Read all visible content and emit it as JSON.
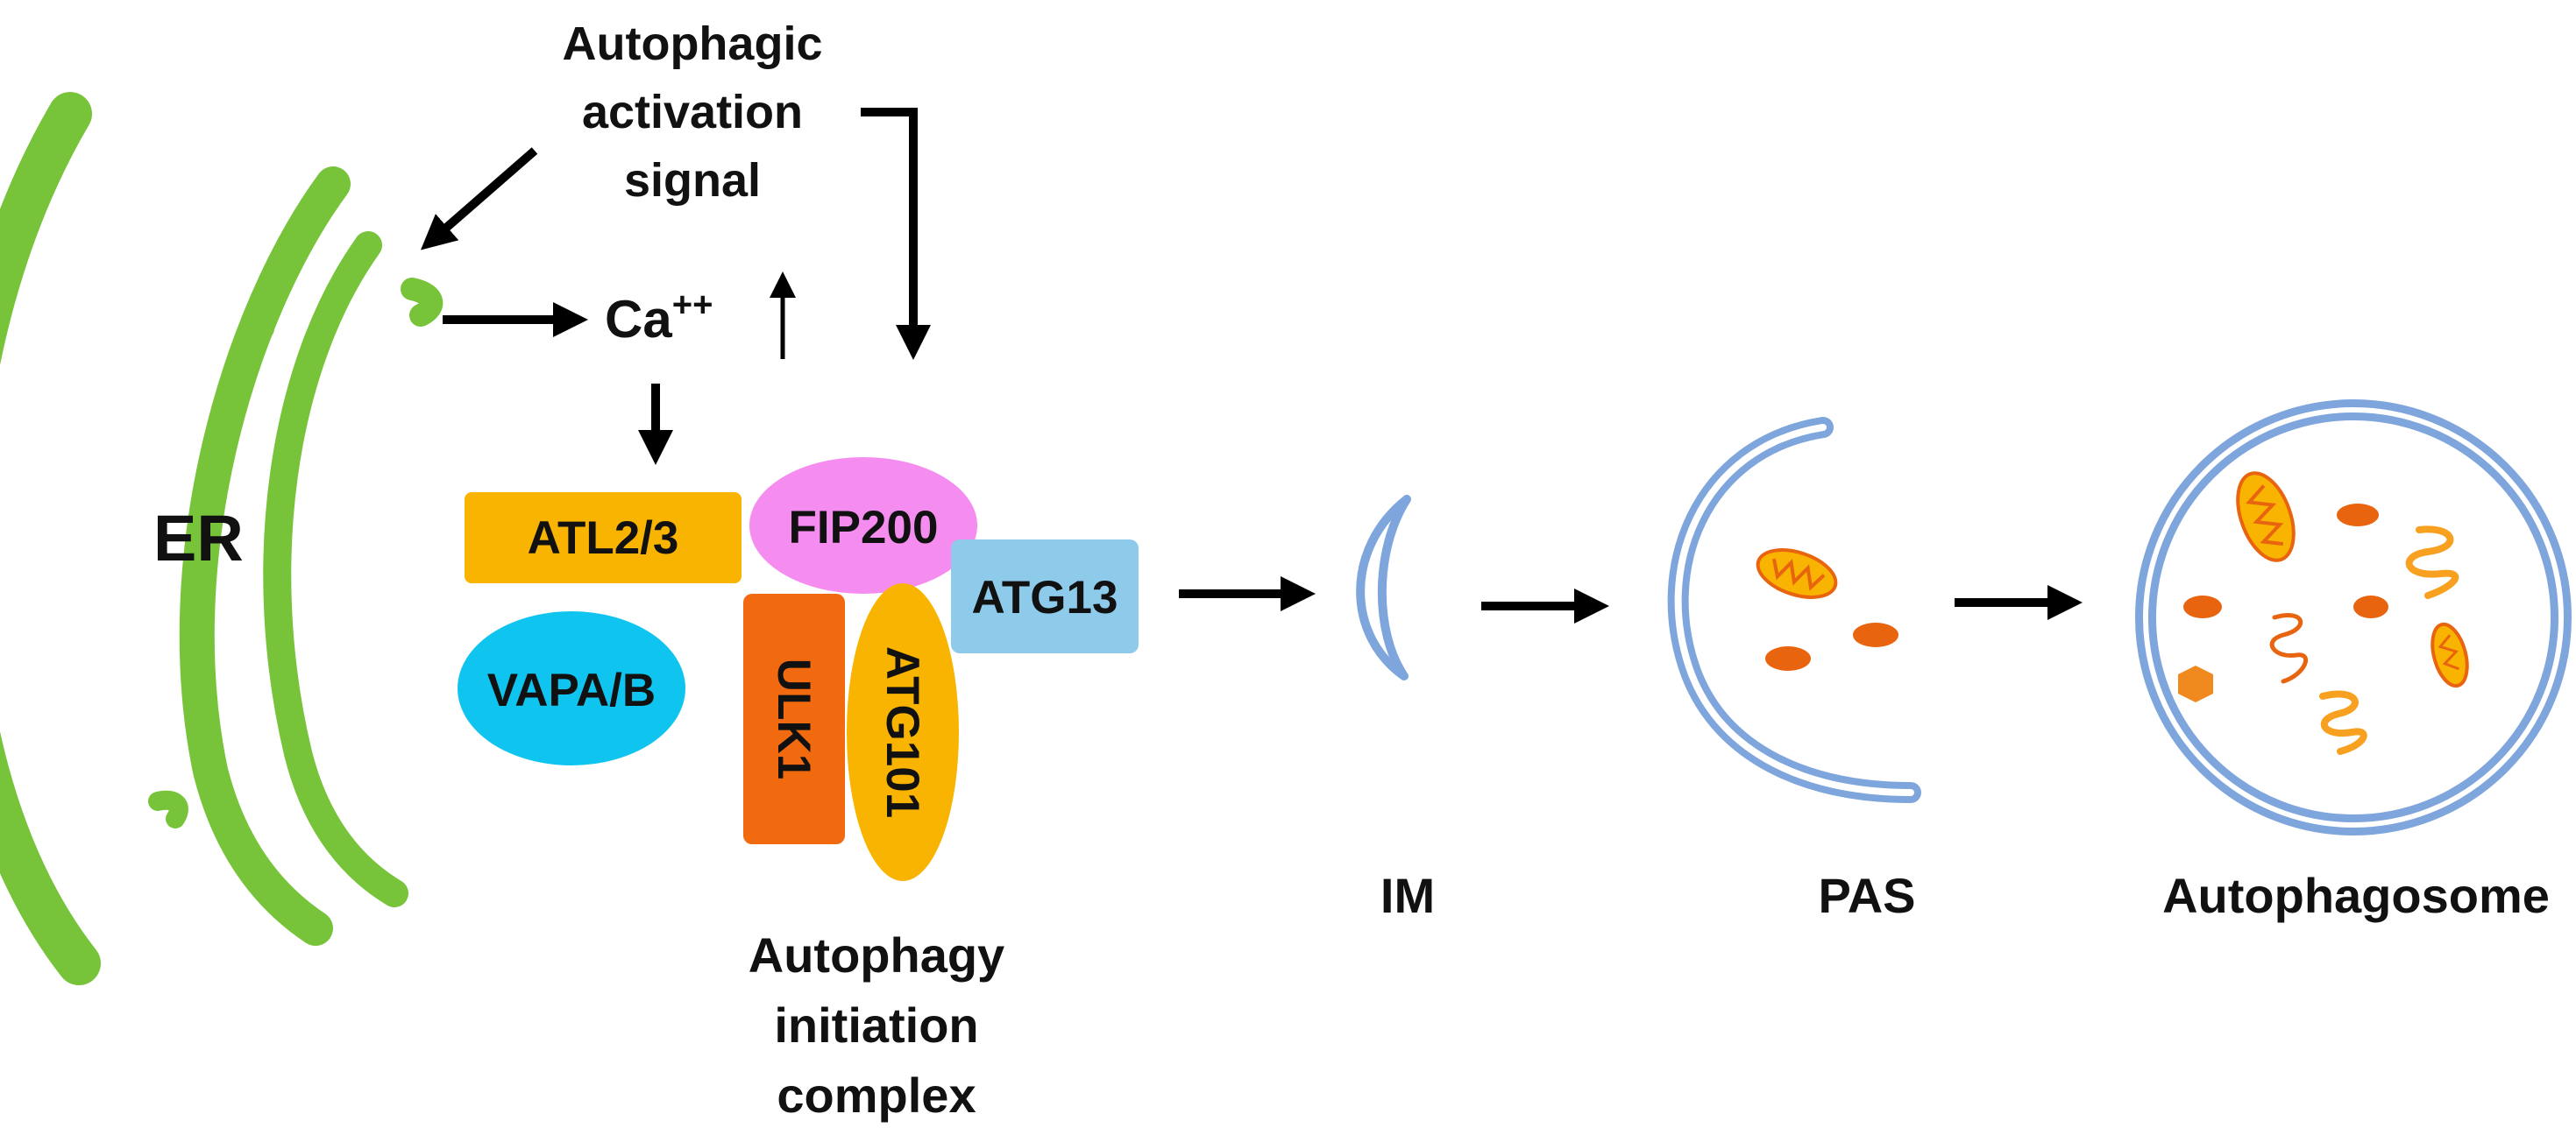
{
  "signal": {
    "line1": "Autophagic",
    "line2": "activation",
    "line3": "signal"
  },
  "er_label": "ER",
  "calcium": {
    "ion": "Ca",
    "charge": "++",
    "change": "↑"
  },
  "proteins": {
    "atl": "ATL2/3",
    "vapa": "VAPA/B",
    "fip200": "FIP200",
    "atg13": "ATG13",
    "ulk1": "ULK1",
    "atg101": "ATG101"
  },
  "complex": {
    "line1": "Autophagy",
    "line2": "initiation",
    "line3": "complex"
  },
  "stages": {
    "im": "IM",
    "pas": "PAS",
    "autophagosome": "Autophagosome"
  },
  "colors": {
    "er_green": "#77C43A",
    "atl_orange": "#F8B400",
    "vapa_cyan": "#10C4F0",
    "fip200_pink": "#F58CF0",
    "atg13_blue": "#8ECBEB",
    "ulk1_orange": "#F26A10",
    "atg101_amber": "#F8B400",
    "membrane_blue": "#7EA6DD",
    "cargo_orange": "#E8640F"
  }
}
